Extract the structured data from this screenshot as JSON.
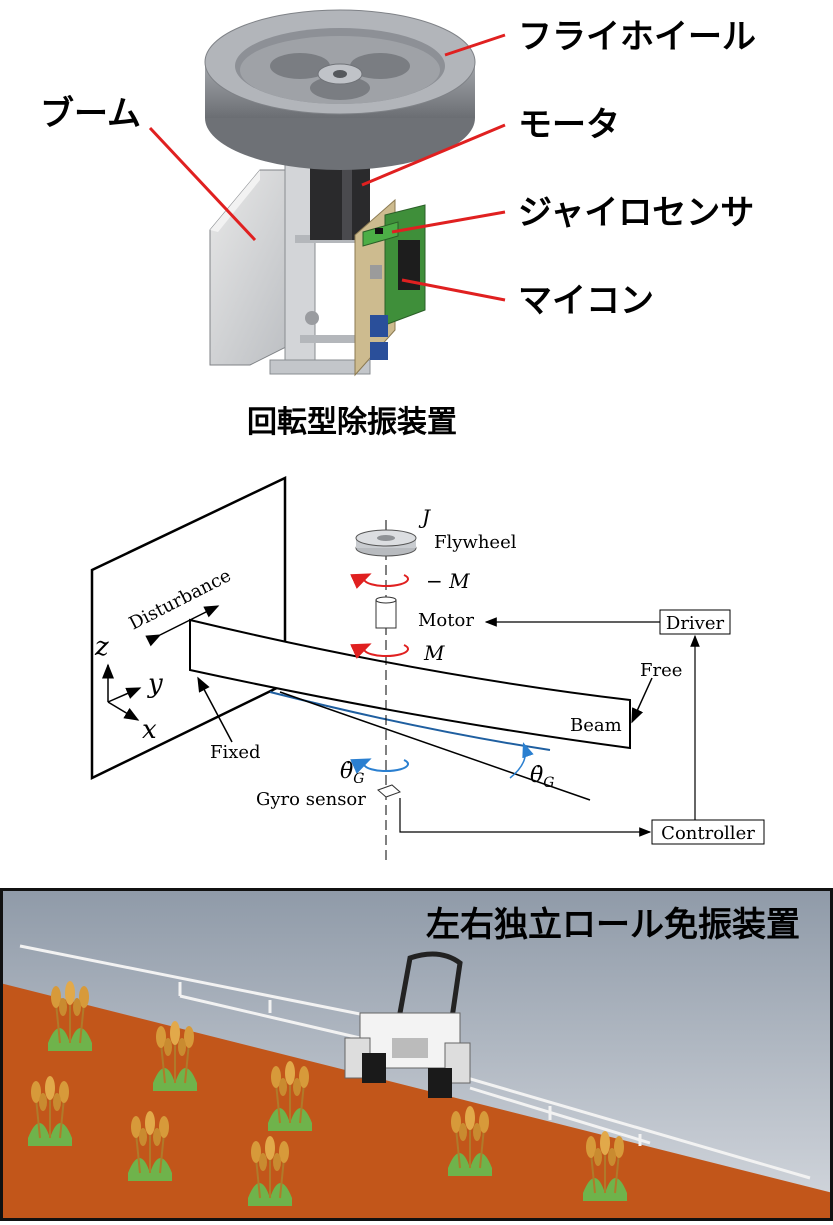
{
  "top_panel": {
    "labels": {
      "flywheel": "フライホイール",
      "boom": "ブーム",
      "motor": "モータ",
      "gyro_sensor": "ジャイロセンサ",
      "microcontroller": "マイコン"
    },
    "caption": "回転型除振装置",
    "colors": {
      "leader_line": "#e02020",
      "part_gray": "#8c8f94",
      "pcb_green": "#3f8f3a"
    }
  },
  "middle_panel": {
    "labels": {
      "inertia": "J",
      "flywheel": "Flywheel",
      "neg_torque": "− M",
      "motor": "Motor",
      "torque": "M",
      "driver": "Driver",
      "disturbance": "Disturbance",
      "free": "Free",
      "beam": "Beam",
      "fixed": "Fixed",
      "gyro_rate": "θ̇",
      "gyro_rate_sub": "G",
      "gyro_sensor": "Gyro sensor",
      "controller": "Controller",
      "axis_z": "z",
      "axis_y": "y",
      "axis_x": "x"
    },
    "colors": {
      "torque_arrow": "#e02020",
      "gyro_arrow": "#2a7fd0",
      "deflection": "#1f5fa0"
    }
  },
  "bottom_panel": {
    "title": "左右独立ロール免振装置",
    "colors": {
      "sky_top": "#8f9aa8",
      "sky_bottom": "#d4d8de",
      "soil": "#c2561a",
      "frame": "#111111",
      "wheat": "#d79a3a",
      "grass": "#6fb34b"
    }
  }
}
